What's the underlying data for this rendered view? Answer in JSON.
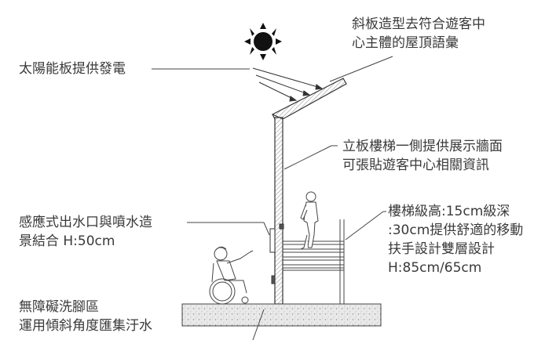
{
  "annotations": {
    "solar_panel": "太陽能板提供發電",
    "roof_line1": "斜板造型去符合遊客中",
    "roof_line2": "心主體的屋頂語彙",
    "wall_line1": "立板樓梯一側提供展示牆面",
    "wall_line2": "可張貼遊客中心相關資訊",
    "faucet_line1": "感應式出水口與噴水造",
    "faucet_line2": "景結合 H:50cm",
    "stair_line1": "樓梯級高:15cm級深",
    "stair_line2": ":30cm提供舒適的移動",
    "stair_line3": "扶手設計雙層設計",
    "stair_line4": "H:85cm/65cm",
    "base_line1": "無障礙洗腳區",
    "base_line2": "運用傾斜角度匯集汙水"
  },
  "icons": {
    "sun": "sun-icon",
    "wheelchair_user": "wheelchair-user-figure",
    "standing_person": "standing-person-figure"
  },
  "colors": {
    "line": "#3c3c3c",
    "text": "#3a3a3a",
    "wall_hatch": "#a0a0a0",
    "concrete": "#e6e6e6"
  }
}
